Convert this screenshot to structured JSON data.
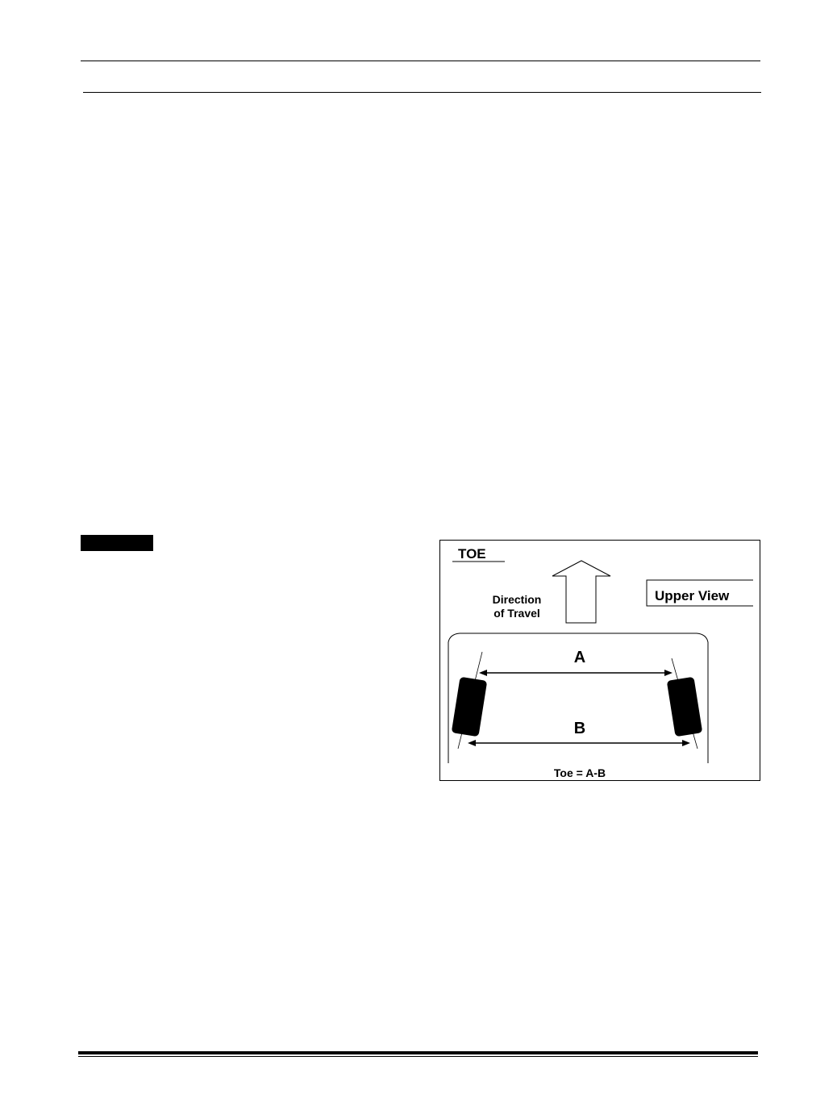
{
  "figure": {
    "title": "TOE",
    "view_label": "Upper View",
    "direction_line1": "Direction",
    "direction_line2": "of Travel",
    "label_a": "A",
    "label_b": "B",
    "formula": "Toe = A-B"
  }
}
